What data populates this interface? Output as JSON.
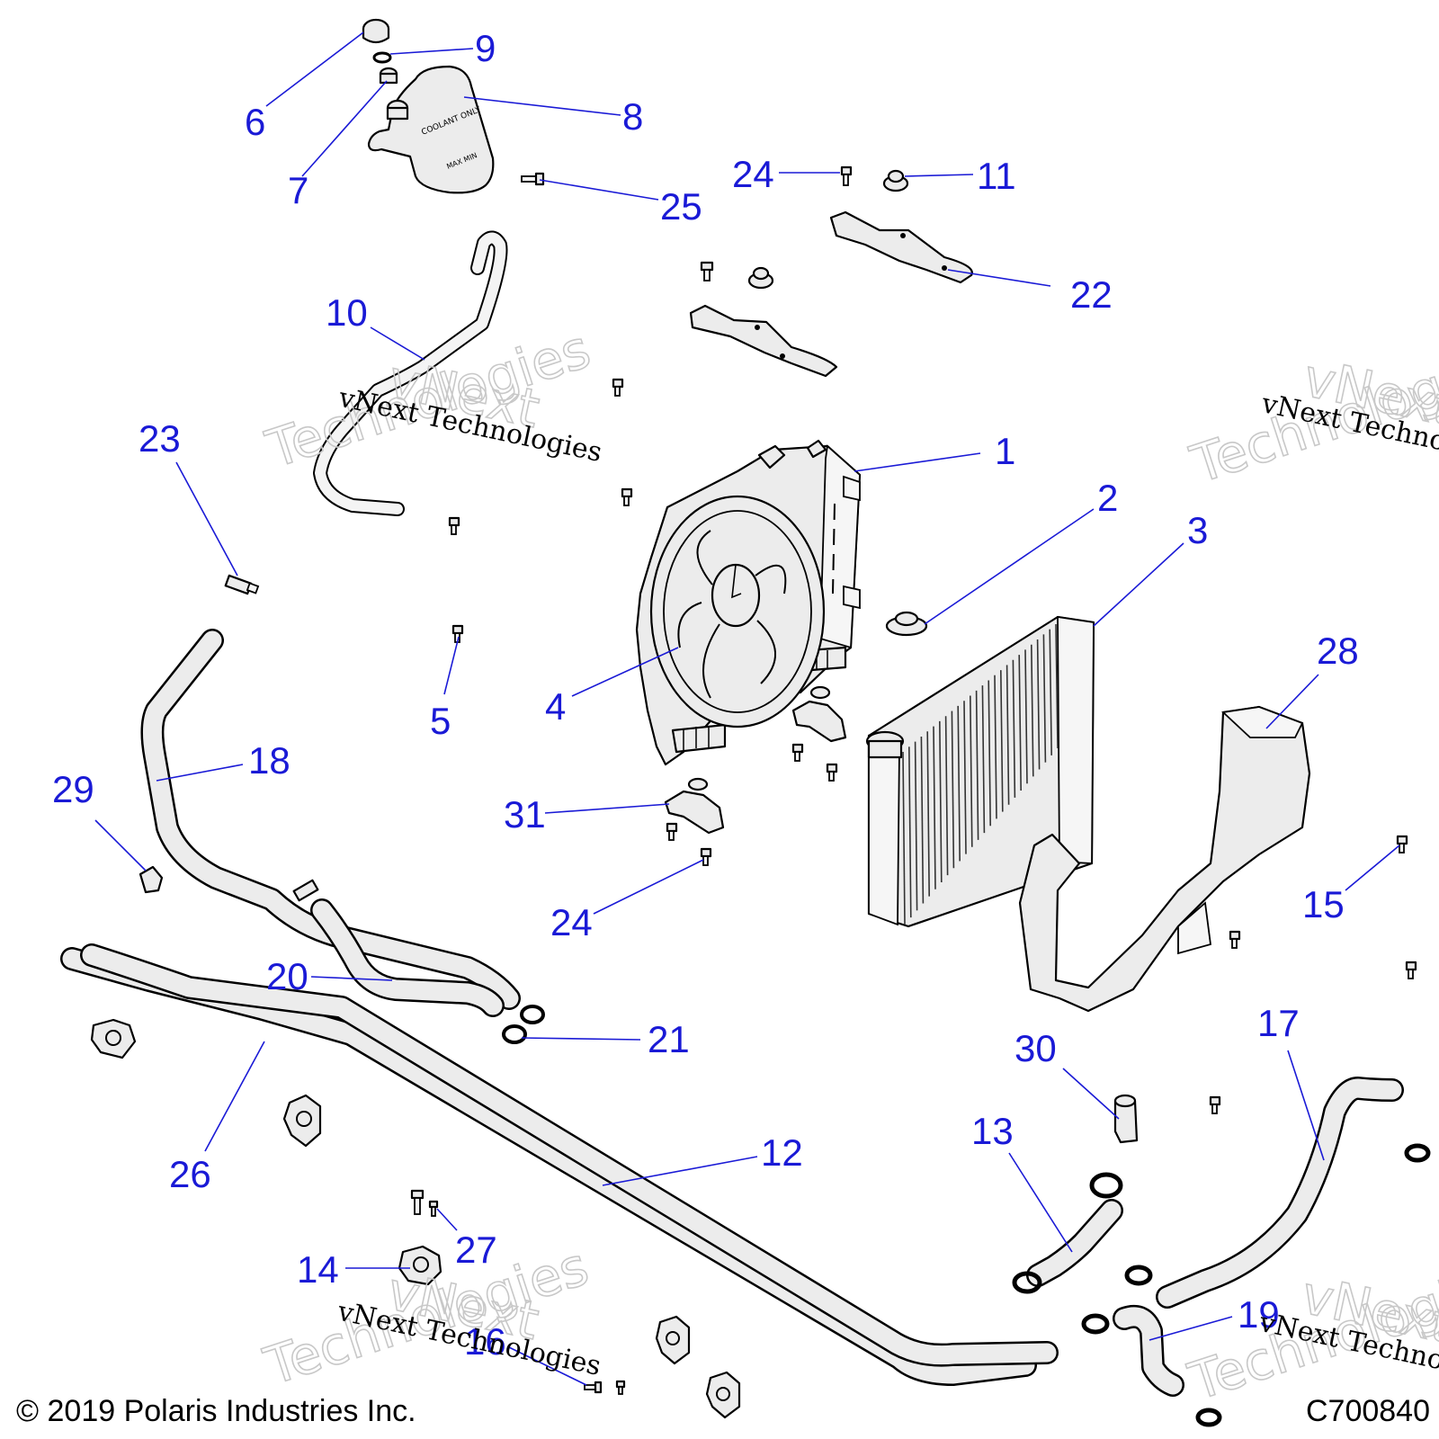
{
  "callouts": {
    "c1": "1",
    "c2": "2",
    "c3": "3",
    "c4": "4",
    "c5": "5",
    "c6": "6",
    "c7": "7",
    "c8": "8",
    "c9": "9",
    "c10": "10",
    "c11": "11",
    "c12": "12",
    "c13": "13",
    "c14": "14",
    "c15": "15",
    "c16": "16",
    "c17": "17",
    "c18": "18",
    "c19": "19",
    "c20": "20",
    "c21": "21",
    "c22": "22",
    "c23": "23",
    "c24a": "24",
    "c24b": "24",
    "c25": "25",
    "c26": "26",
    "c27": "27",
    "c28": "28",
    "c29": "29",
    "c30": "30",
    "c31": "31"
  },
  "watermark": {
    "line": "vNext Technologies",
    "ghost_top": "vNext",
    "ghost_bottom": "Technologies"
  },
  "footer": {
    "copyright": "© 2019 Polaris Industries Inc.",
    "diagram_code": "C700840"
  },
  "colors": {
    "callout": "#1a1ad6",
    "part_fill": "#ececec",
    "outline": "#000000"
  }
}
